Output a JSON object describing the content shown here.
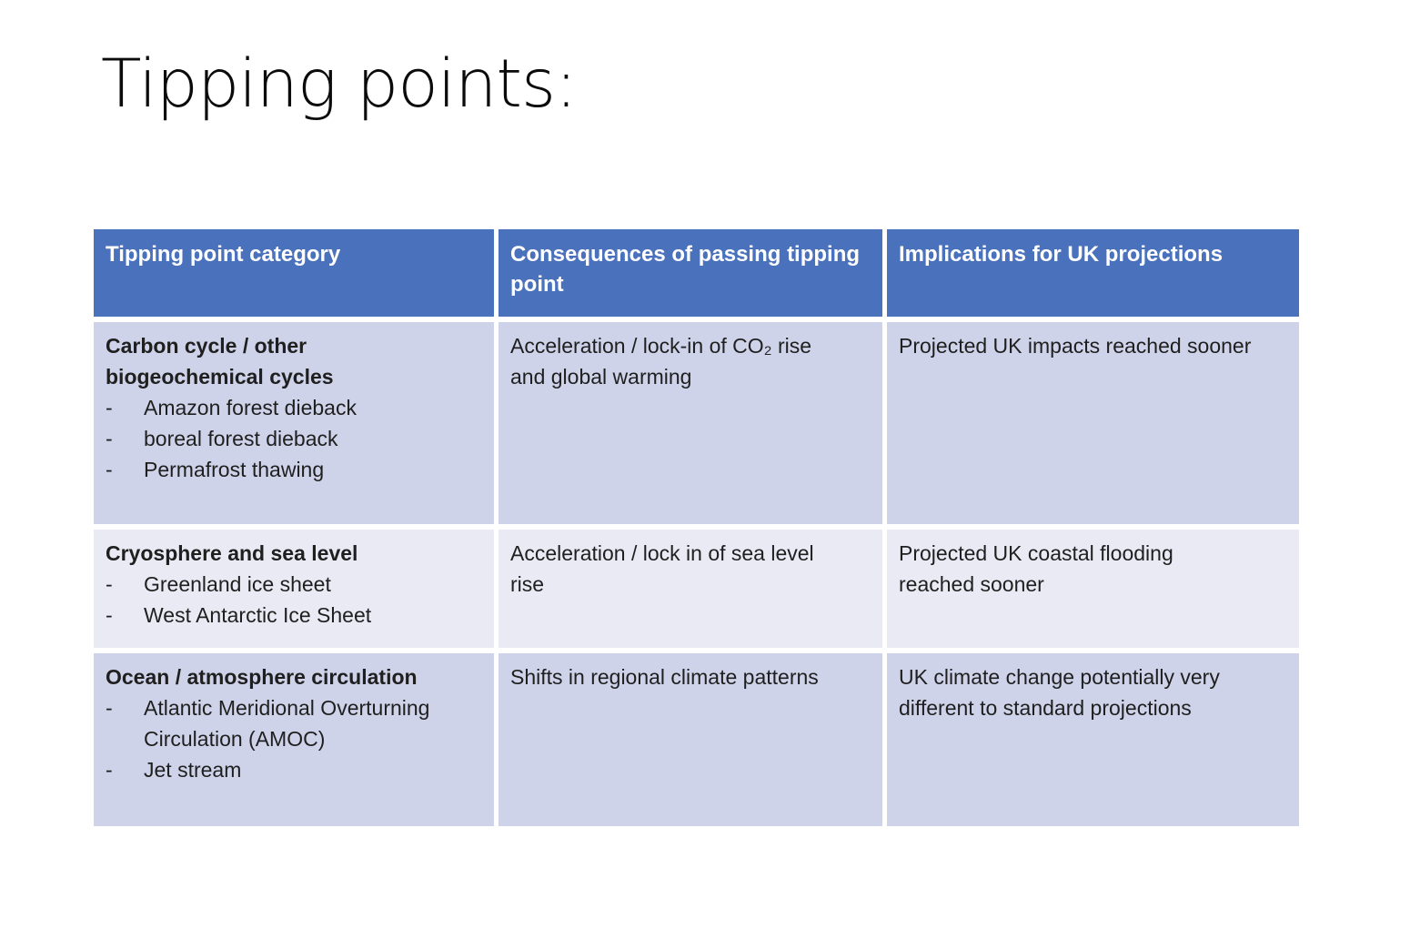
{
  "slide": {
    "title": "Tipping points:"
  },
  "table": {
    "bullet_marker": "-",
    "headers": [
      "Tipping point category",
      "Consequences of passing tipping\npoint",
      "Implications for UK projections"
    ],
    "rows": [
      {
        "category": "Carbon cycle / other\nbiogeochemical cycles",
        "bullets": [
          "Amazon forest dieback",
          "boreal forest dieback",
          "Permafrost thawing"
        ],
        "consequences": "Acceleration / lock-in of CO₂ rise\nand global warming",
        "implications": "Projected UK impacts reached sooner"
      },
      {
        "category": "Cryosphere and sea level",
        "bullets": [
          "Greenland ice sheet",
          "West Antarctic Ice Sheet"
        ],
        "consequences": "Acceleration / lock in of sea level\nrise",
        "implications": "Projected UK coastal flooding\nreached sooner"
      },
      {
        "category": "Ocean / atmosphere circulation",
        "bullets": [
          "Atlantic Meridional Overturning\nCirculation (AMOC)",
          "Jet stream"
        ],
        "consequences": "Shifts in regional climate patterns",
        "implications": "UK climate change potentially very\ndifferent to standard projections"
      }
    ],
    "colors": {
      "header_bg": "#4A71BC",
      "band_dark": "#CED3E9",
      "band_light": "#E9EAF4",
      "header_text": "#FFFFFF",
      "body_text": "#1F1F1F"
    }
  }
}
